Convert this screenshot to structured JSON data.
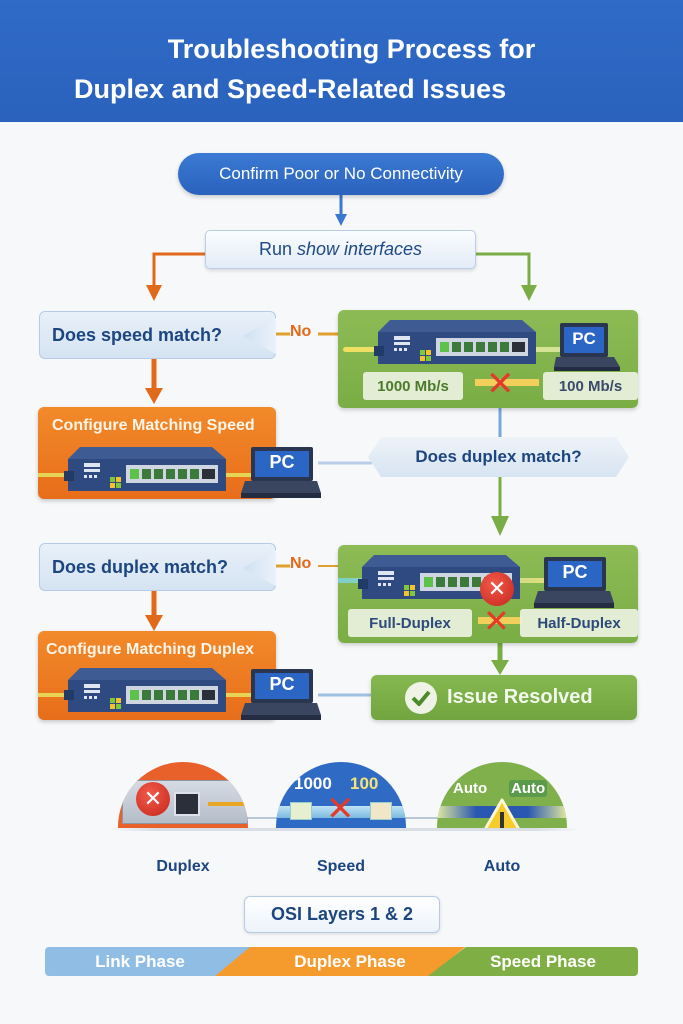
{
  "header": {
    "title_line1": "Troubleshooting Process for",
    "title_line2": "Duplex and Speed-Related Issues"
  },
  "flow": {
    "start": "Confirm Poor or No Connectivity",
    "command_prefix": "Run",
    "command": "show interfaces",
    "speed_question": "Does speed match?",
    "duplex_question_left": "Does duplex match?",
    "duplex_question_center": "Does duplex match?",
    "no_label": "No",
    "configure_speed": "Configure Matching Speed",
    "configure_duplex": "Configure Matching Duplex",
    "resolved": "Issue Resolved"
  },
  "speed_panel": {
    "switch_speed": "1000 Mb/s",
    "pc_speed": "100 Mb/s",
    "pc_label": "PC"
  },
  "duplex_panel": {
    "switch_duplex": "Full-Duplex",
    "pc_duplex": "Half-Duplex",
    "pc_label": "PC"
  },
  "pc_label": "PC",
  "categories": [
    {
      "label": "Duplex",
      "color": "#e8602a"
    },
    {
      "label": "Speed",
      "color": "#2f6ac4",
      "left_value": "1000",
      "right_value": "100"
    },
    {
      "label": "Auto",
      "color": "#7fb04c",
      "left_value": "Auto",
      "right_value": "Auto"
    }
  ],
  "osi_label": "OSI Layers 1 & 2",
  "phases": [
    {
      "label": "Link Phase",
      "color": "#8fbde3"
    },
    {
      "label": "Duplex Phase",
      "color": "#f59a2c"
    },
    {
      "label": "Speed Phase",
      "color": "#7fae45"
    }
  ],
  "colors": {
    "header_blue": "#2a62bd",
    "orange": "#e86d1a",
    "green": "#7aad45",
    "question_text": "#1d4680"
  }
}
